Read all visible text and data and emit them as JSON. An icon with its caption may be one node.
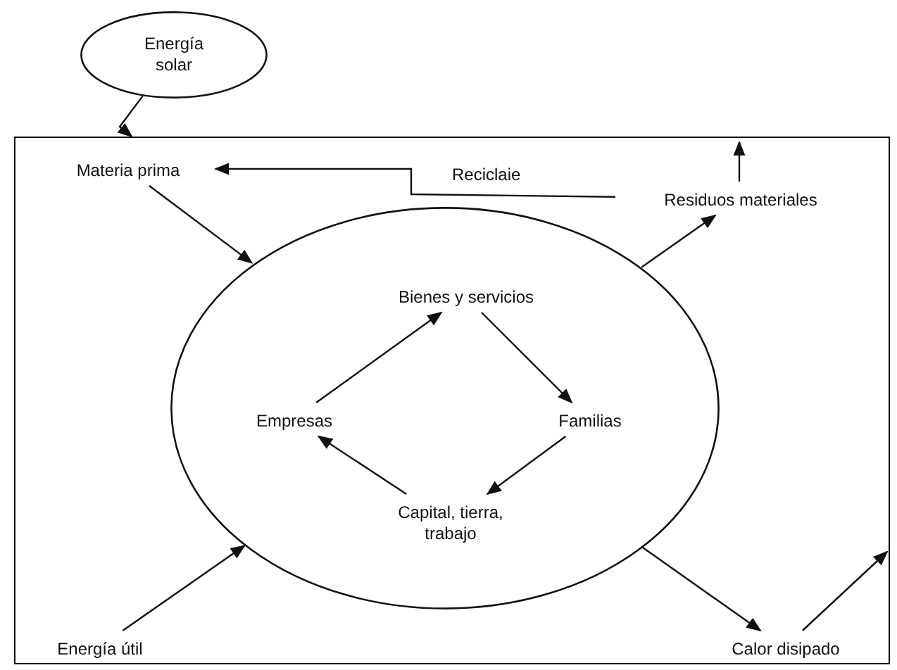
{
  "diagram": {
    "nodes": [
      {
        "text": [
          "Energía solar"
        ]
      },
      {
        "text": [],
        "shape": "box"
      },
      {
        "text": [
          "Materia prima"
        ],
        "in": 1
      },
      {
        "text": [
          "Residuos materiales"
        ],
        "in": 1
      },
      {
        "text": [],
        "shape": "circle",
        "in": 1
      },
      {
        "text": [
          "Bienes y servicios"
        ],
        "in": 4
      },
      {
        "text": [
          "Empresas"
        ],
        "in": 4
      },
      {
        "text": [
          "Familias"
        ],
        "in": 4
      },
      {
        "text": [
          "Capital, tierra, trabajo"
        ],
        "in": 4
      },
      {
        "text": [
          "Energía útil"
        ],
        "in": 1
      },
      {
        "text": [
          "Calor disipado"
        ],
        "in": 1
      }
    ],
    "edges": [
      {
        "from": 0,
        "to": 1,
        "arrow": "to"
      },
      {
        "from": 3,
        "to": 2,
        "arrow": "to",
        "label": "Reciclaie"
      },
      {
        "from": 2,
        "to": 4,
        "arrow": "to"
      },
      {
        "from": 4,
        "to": 3,
        "arrow": "to"
      },
      {
        "from": 3,
        "to": null,
        "arrow": "to"
      },
      {
        "from": 5,
        "to": 7,
        "arrow": "to"
      },
      {
        "from": 7,
        "to": 8,
        "arrow": "to"
      },
      {
        "from": 8,
        "to": 6,
        "arrow": "to"
      },
      {
        "from": 6,
        "to": 5,
        "arrow": "to"
      },
      {
        "from": 9,
        "to": 4,
        "arrow": "to"
      },
      {
        "from": 4,
        "to": 10,
        "arrow": "to"
      },
      {
        "from": 10,
        "to": null,
        "arrow": "to"
      }
    ]
  }
}
